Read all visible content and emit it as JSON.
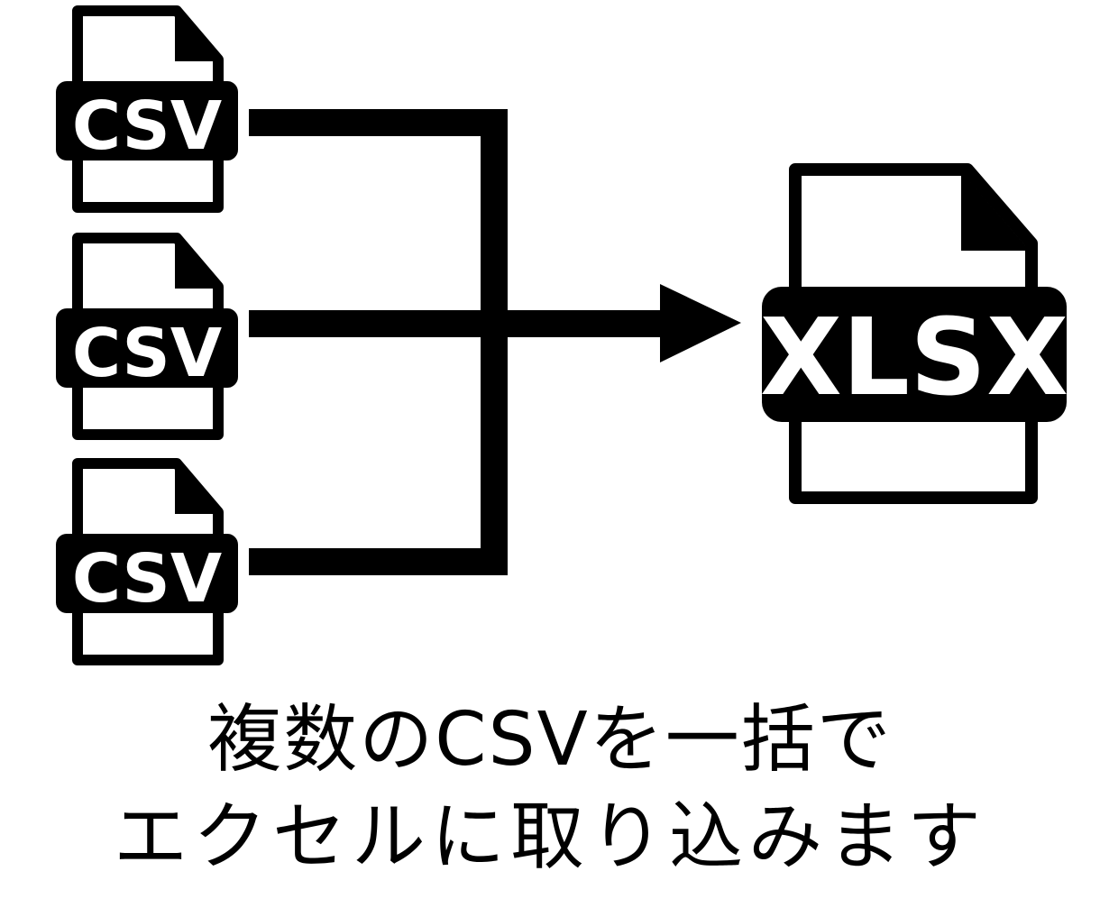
{
  "diagram": {
    "sources": [
      {
        "label": "CSV",
        "icon": "csv-file-icon"
      },
      {
        "label": "CSV",
        "icon": "csv-file-icon"
      },
      {
        "label": "CSV",
        "icon": "csv-file-icon"
      }
    ],
    "target": {
      "label": "XLSX",
      "icon": "xlsx-file-icon"
    },
    "connector": "merge-arrow",
    "colors": {
      "ink": "#000000",
      "background": "#ffffff"
    }
  },
  "caption": {
    "line1": "複数のCSVを一括で",
    "line2": "エクセルに取り込みます"
  }
}
